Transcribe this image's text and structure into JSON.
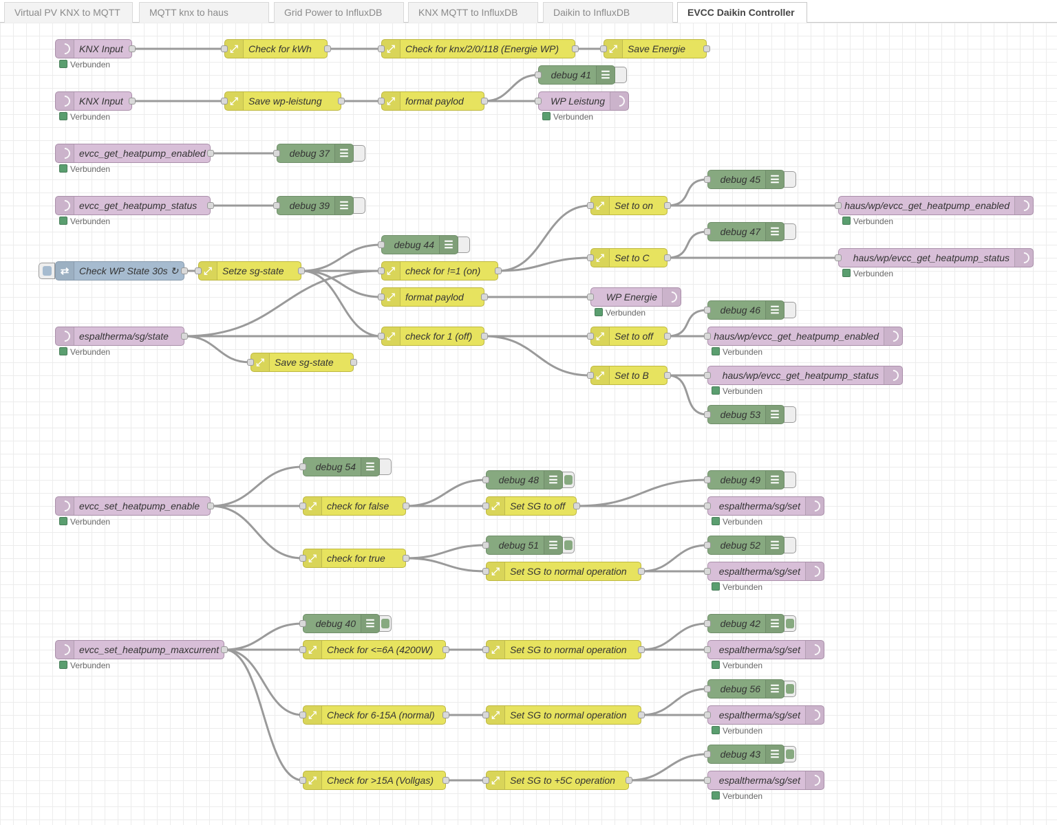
{
  "tabs": [
    {
      "label": "Virtual PV KNX to MQTT",
      "active": false
    },
    {
      "label": "MQTT knx to haus",
      "active": false
    },
    {
      "label": "Grid Power to InfluxDB",
      "active": false
    },
    {
      "label": "KNX MQTT to InfluxDB",
      "active": false
    },
    {
      "label": "Daikin to InfluxDB",
      "active": false
    },
    {
      "label": "EVCC Daikin Controller",
      "active": true
    }
  ],
  "status_text": "Verbunden",
  "colors": {
    "knx_node": "#d8bfd8",
    "mqtt_node": "#d8bfd8",
    "function_node": "#e7e35f",
    "debug_node": "#87a980",
    "inject_node": "#a6bbcf",
    "status_connected": "#5a9e6f",
    "wire": "#9a9a9a"
  },
  "icons": {
    "mqtt": "radio-wave-icon",
    "knx": "radio-wave-icon",
    "function": "shuffle-icon",
    "debug": "list-icon",
    "inject": "arrow-right-icon"
  },
  "nodes": {
    "knx_input_1": {
      "label": "KNX Input",
      "status": "Verbunden"
    },
    "check_kwh": {
      "label": "Check for kWh"
    },
    "check_knx_118": {
      "label": "Check for knx/2/0/118 (Energie WP)"
    },
    "save_energie": {
      "label": "Save Energie"
    },
    "debug_41": {
      "label": "debug 41"
    },
    "knx_input_2": {
      "label": "KNX Input",
      "status": "Verbunden"
    },
    "save_wp_leistung": {
      "label": "Save wp-leistung"
    },
    "format_paylod_1": {
      "label": "format paylod"
    },
    "wp_leistung": {
      "label": "WP Leistung",
      "status": "Verbunden"
    },
    "evcc_get_enabled": {
      "label": "evcc_get_heatpump_enabled",
      "status": "Verbunden"
    },
    "debug_37": {
      "label": "debug 37"
    },
    "evcc_get_status": {
      "label": "evcc_get_heatpump_status",
      "status": "Verbunden"
    },
    "debug_39": {
      "label": "debug 39"
    },
    "check_wp_state": {
      "label": "Check WP State 30s ↻"
    },
    "setze_sg_state": {
      "label": "Setze sg-state"
    },
    "debug_44": {
      "label": "debug 44"
    },
    "check_not_1": {
      "label": "check for !=1 (on)"
    },
    "format_paylod_2": {
      "label": "format paylod"
    },
    "check_1_off": {
      "label": "check for 1 (off)"
    },
    "espaltherma_state": {
      "label": "espaltherma/sg/state",
      "status": "Verbunden"
    },
    "save_sg_state": {
      "label": "Save sg-state"
    },
    "set_to_on": {
      "label": "Set to on"
    },
    "set_to_c": {
      "label": "Set to C"
    },
    "wp_energie": {
      "label": "WP Energie",
      "status": "Verbunden"
    },
    "set_to_off": {
      "label": "Set to off"
    },
    "set_to_b": {
      "label": "Set to B"
    },
    "debug_45": {
      "label": "debug 45"
    },
    "debug_47": {
      "label": "debug 47"
    },
    "debug_46": {
      "label": "debug 46"
    },
    "debug_53": {
      "label": "debug 53"
    },
    "out_enabled_1": {
      "label": "haus/wp/evcc_get_heatpump_enabled",
      "status": "Verbunden"
    },
    "out_status_1": {
      "label": "haus/wp/evcc_get_heatpump_status",
      "status": "Verbunden"
    },
    "out_enabled_2": {
      "label": "haus/wp/evcc_get_heatpump_enabled",
      "status": "Verbunden"
    },
    "out_status_2": {
      "label": "haus/wp/evcc_get_heatpump_status",
      "status": "Verbunden"
    },
    "evcc_set_enable": {
      "label": "evcc_set_heatpump_enable",
      "status": "Verbunden"
    },
    "debug_54": {
      "label": "debug 54"
    },
    "check_false": {
      "label": "check for false"
    },
    "check_true": {
      "label": "check for true"
    },
    "debug_48": {
      "label": "debug 48"
    },
    "set_sg_off": {
      "label": "Set SG to off"
    },
    "debug_51": {
      "label": "debug 51"
    },
    "set_sg_normal_1": {
      "label": "Set SG to normal operation"
    },
    "debug_49": {
      "label": "debug 49"
    },
    "sg_set_1": {
      "label": "espaltherma/sg/set",
      "status": "Verbunden"
    },
    "debug_52": {
      "label": "debug 52"
    },
    "sg_set_2": {
      "label": "espaltherma/sg/set",
      "status": "Verbunden"
    },
    "evcc_set_maxcurrent": {
      "label": "evcc_set_heatpump_maxcurrent",
      "status": "Verbunden"
    },
    "debug_40": {
      "label": "debug 40"
    },
    "check_le_6a": {
      "label": "Check for <=6A (4200W)"
    },
    "check_6_15a": {
      "label": "Check for 6-15A (normal)"
    },
    "check_gt_15a": {
      "label": "Check for >15A (Vollgas)"
    },
    "set_sg_normal_2": {
      "label": "Set SG to normal operation"
    },
    "set_sg_normal_3": {
      "label": "Set SG to normal operation"
    },
    "set_sg_5c": {
      "label": "Set SG to +5C operation"
    },
    "debug_42": {
      "label": "debug 42"
    },
    "sg_set_3": {
      "label": "espaltherma/sg/set",
      "status": "Verbunden"
    },
    "debug_56": {
      "label": "debug 56"
    },
    "sg_set_4": {
      "label": "espaltherma/sg/set",
      "status": "Verbunden"
    },
    "debug_43": {
      "label": "debug 43"
    },
    "sg_set_5": {
      "label": "espaltherma/sg/set",
      "status": "Verbunden"
    }
  }
}
